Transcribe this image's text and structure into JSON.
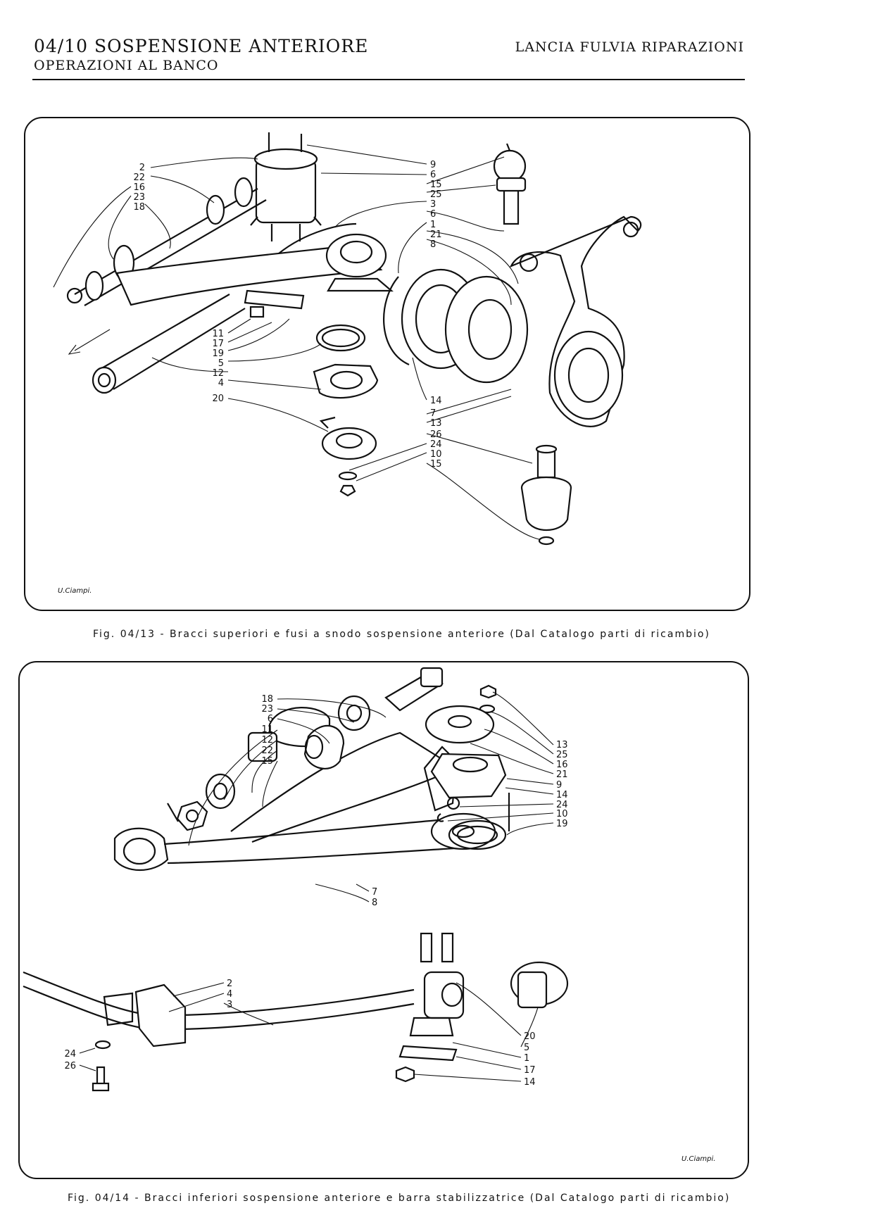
{
  "header": {
    "title": "04/10  SOSPENSIONE  ANTERIORE",
    "subtitle": "OPERAZIONI AL BANCO",
    "manual": "LANCIA FULVIA RIPARAZIONI"
  },
  "figure13": {
    "caption": "Fig. 04/13 - Bracci superiori e fusi a snodo sospensione anteriore (Dal Catalogo parti di ricambio)",
    "signature": "U.Ciampi.",
    "labels_left": [
      "2",
      "22",
      "16",
      "23",
      "18"
    ],
    "labels_center_top": [
      "9",
      "6",
      "15",
      "25",
      "3",
      "6",
      "1",
      "21",
      "8"
    ],
    "labels_center_mid": [
      "11",
      "17",
      "19",
      "5",
      "12",
      "4",
      "20"
    ],
    "labels_center_low": [
      "14",
      "7",
      "13",
      "26",
      "24",
      "10",
      "15"
    ]
  },
  "figure14": {
    "caption": "Fig. 04/14 - Bracci inferiori sospensione anteriore e barra stabilizzatrice (Dal Catalogo parti di ricambio)",
    "signature": "U.Ciampi.",
    "labels_top": [
      "18",
      "23",
      "6",
      "11",
      "12",
      "22",
      "15"
    ],
    "labels_right": [
      "13",
      "25",
      "16",
      "21",
      "9",
      "14",
      "24",
      "10",
      "19"
    ],
    "labels_mid": [
      "7",
      "8"
    ],
    "labels_bar": [
      "2",
      "4",
      "3"
    ],
    "labels_bottom_left": [
      "24",
      "26"
    ],
    "labels_bottom_right": [
      "20",
      "5",
      "1",
      "17",
      "14"
    ]
  }
}
